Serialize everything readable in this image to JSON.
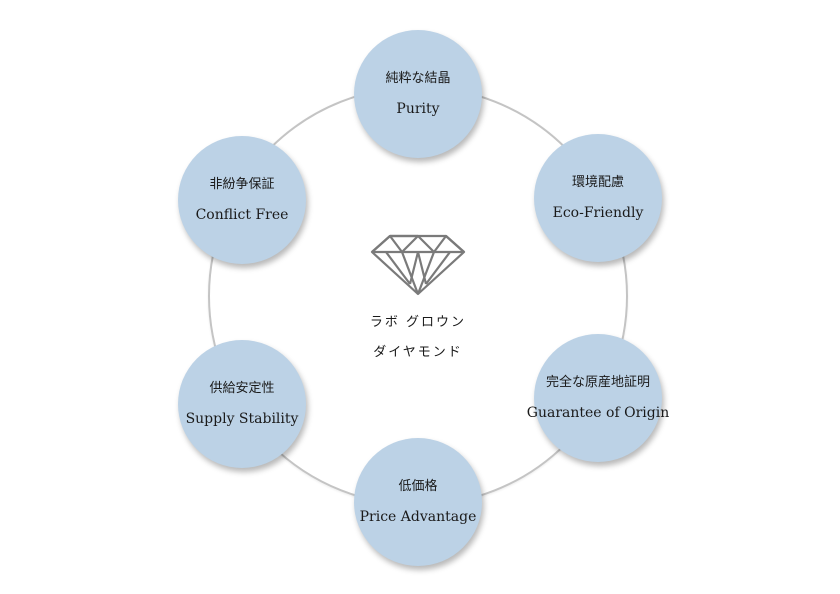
{
  "center": {
    "line1": "ラボ グロウン",
    "line2": "ダイヤモンド",
    "icon": "diamond-icon"
  },
  "nodes": [
    {
      "jp": "純粋な結晶",
      "en": "Purity"
    },
    {
      "jp": "環境配慮",
      "en": "Eco-Friendly"
    },
    {
      "jp": "完全な原産地証明",
      "en": "Guarantee of Origin"
    },
    {
      "jp": "低価格",
      "en": "Price Advantage"
    },
    {
      "jp": "供給安定性",
      "en": "Supply Stability"
    },
    {
      "jp": "非紛争保証",
      "en": "Conflict Free"
    }
  ],
  "colors": {
    "node_fill": "#bcd2e6",
    "ring": "#c4c4c4",
    "diamond_stroke": "#7a7a7a"
  }
}
